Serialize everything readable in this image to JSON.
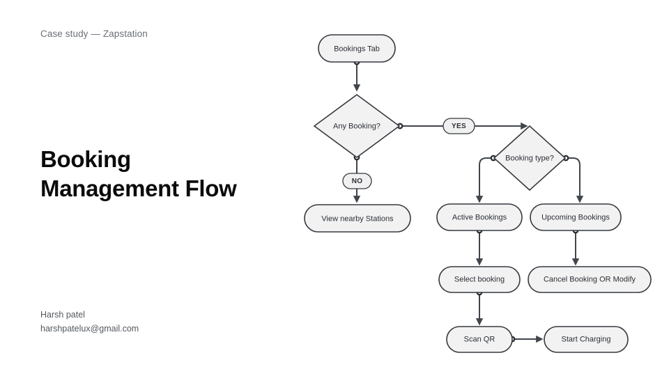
{
  "slide": {
    "eyebrow": "Case study — Zapstation",
    "title_line1": "Booking",
    "title_line2": "Management Flow",
    "author_name": "Harsh patel",
    "author_email": "harshpatelux@gmail.com",
    "background_color": "#ffffff",
    "title_color": "#0b0b0c",
    "eyebrow_color": "#6b7076"
  },
  "diagram": {
    "node_fill": "#f2f2f2",
    "node_stroke": "#35393f",
    "edge_color": "#41454c",
    "nodes": {
      "bookings_tab": "Bookings Tab",
      "any_booking": "Any Booking?",
      "yes_badge": "YES",
      "no_badge": "NO",
      "view_nearby_stations": "View nearby Stations",
      "booking_type": "Booking type?",
      "active_bookings": "Active Bookings",
      "upcoming_bookings": "Upcoming Bookings",
      "select_booking": "Select booking",
      "cancel_or_modify": "Cancel Booking OR Modify",
      "scan_qr": "Scan QR",
      "start_charging": "Start Charging"
    }
  }
}
